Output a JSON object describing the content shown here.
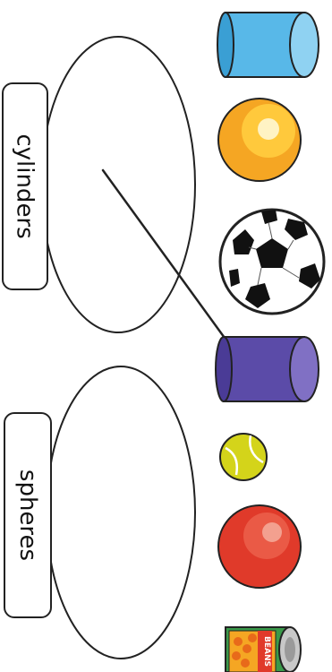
{
  "groups": {
    "cylinders_label": "cylinders",
    "spheres_label": "spheres"
  },
  "objects": [
    {
      "name": "blue-cylinder",
      "shape": "cylinder",
      "color": "#58b8e8"
    },
    {
      "name": "orange-ball",
      "shape": "sphere",
      "color": "#f5a623"
    },
    {
      "name": "soccer-ball",
      "shape": "sphere",
      "color": "#ffffff"
    },
    {
      "name": "purple-cylinder",
      "shape": "cylinder",
      "color": "#5b4ba8"
    },
    {
      "name": "tennis-ball",
      "shape": "sphere",
      "color": "#d4d41a"
    },
    {
      "name": "red-ball",
      "shape": "sphere",
      "color": "#e03a2a"
    },
    {
      "name": "beans-can",
      "shape": "cylinder",
      "color": "#3a9a4a",
      "text": "BEANS"
    }
  ]
}
